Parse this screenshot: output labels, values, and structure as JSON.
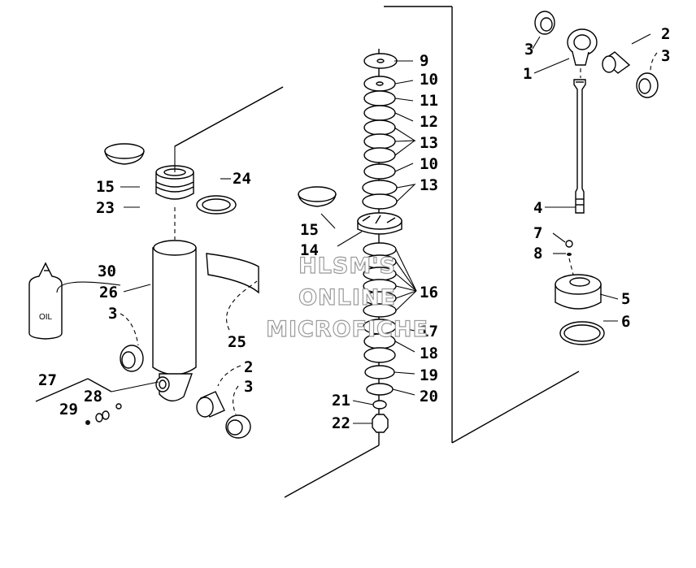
{
  "diagram": {
    "labels": {
      "l1": "1",
      "l2a": "2",
      "l2b": "2",
      "l3a": "3",
      "l3b": "3",
      "l3c": "3",
      "l3d": "3",
      "l4": "4",
      "l5": "5",
      "l6": "6",
      "l7": "7",
      "l8": "8",
      "l9": "9",
      "l10a": "10",
      "l10b": "10",
      "l11": "11",
      "l12": "12",
      "l13a": "13",
      "l13b": "13",
      "l14": "14",
      "l15a": "15",
      "l15b": "15",
      "l16": "16",
      "l17": "17",
      "l18": "18",
      "l19": "19",
      "l20": "20",
      "l21": "21",
      "l22": "22",
      "l23": "23",
      "l24": "24",
      "l25": "25",
      "l26": "26",
      "l27": "27",
      "l28": "28",
      "l29": "29",
      "l30": "30"
    },
    "oil_bottle_text": "OIL",
    "watermark": [
      "HLSM'S",
      "ONLINE",
      "MICROFICHE"
    ]
  }
}
